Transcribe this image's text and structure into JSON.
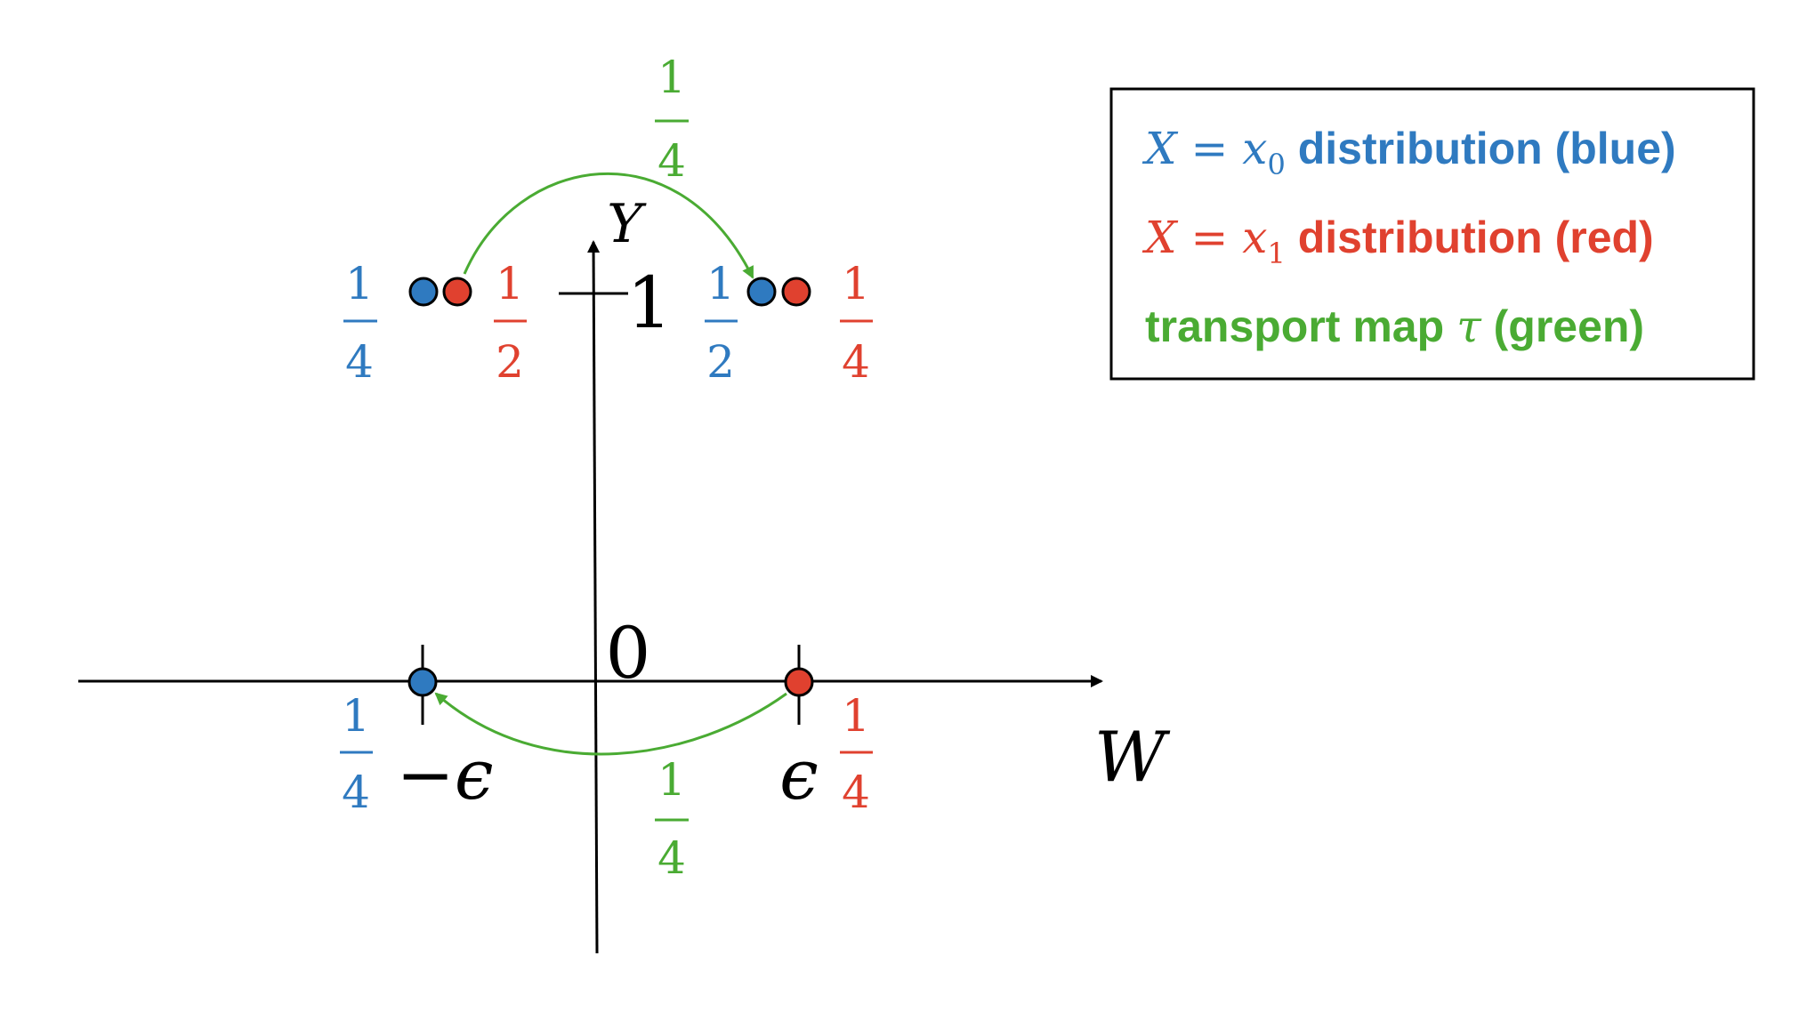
{
  "colors": {
    "blue": "#2f7ac0",
    "red": "#e0412f",
    "green": "#4aab33",
    "black": "#000000"
  },
  "axes": {
    "y_label": "Y",
    "x_label": "W",
    "origin_label": "0",
    "tick_one_label": "1",
    "tick_neg_eps_label": "−ϵ",
    "tick_eps_label": "ϵ"
  },
  "masses": {
    "top_left_blue": {
      "num": "1",
      "den": "4"
    },
    "top_left_red": {
      "num": "1",
      "den": "2"
    },
    "top_right_blue": {
      "num": "1",
      "den": "2"
    },
    "top_right_red": {
      "num": "1",
      "den": "4"
    },
    "bottom_left_blue": {
      "num": "1",
      "den": "4"
    },
    "bottom_right_red": {
      "num": "1",
      "den": "4"
    },
    "transport_top": {
      "num": "1",
      "den": "4"
    },
    "transport_bottom": {
      "num": "1",
      "den": "4"
    }
  },
  "legend": {
    "blue_math_var": "X",
    "blue_math_eq": " = ",
    "blue_math_x": "x",
    "blue_math_sub": "0",
    "blue_text": " distribution (blue)",
    "red_math_var": "X",
    "red_math_eq": " = ",
    "red_math_x": "x",
    "red_math_sub": "1",
    "red_text": " distribution (red)",
    "green_text_pre": "transport map ",
    "green_tau": "τ",
    "green_text_post": " (green)"
  }
}
